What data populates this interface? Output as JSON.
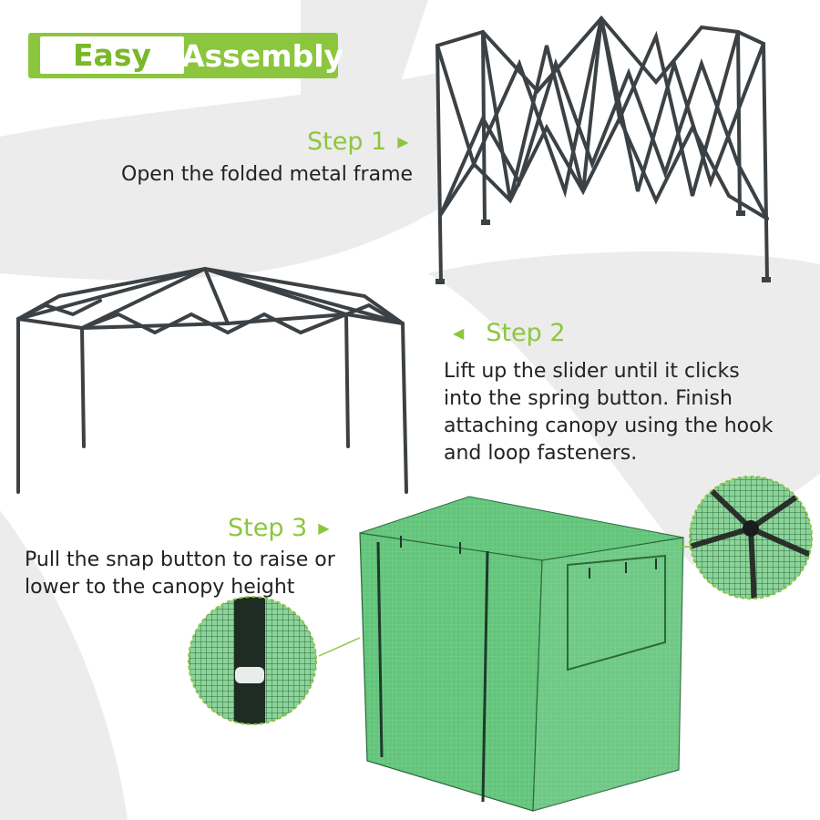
{
  "header": {
    "badge_left": "Easy",
    "badge_right": "Assembly"
  },
  "colors": {
    "accent": "#8cc63f",
    "frame": "#3b4144",
    "cover": "#5fbf76",
    "background_shape": "#ececec"
  },
  "steps": [
    {
      "title": "Step 1",
      "arrow": "▶",
      "desc_lines": [
        "Open the folded metal frame"
      ]
    },
    {
      "title": "Step 2",
      "arrow": "◀",
      "desc_lines": [
        "Lift up the slider until it clicks",
        "into the spring button. Finish",
        "attaching canopy using the hook",
        "and loop fasteners."
      ]
    },
    {
      "title": "Step 3",
      "arrow": "▶",
      "desc_lines": [
        "Pull the snap button to raise or",
        "lower to the canopy height"
      ]
    }
  ]
}
